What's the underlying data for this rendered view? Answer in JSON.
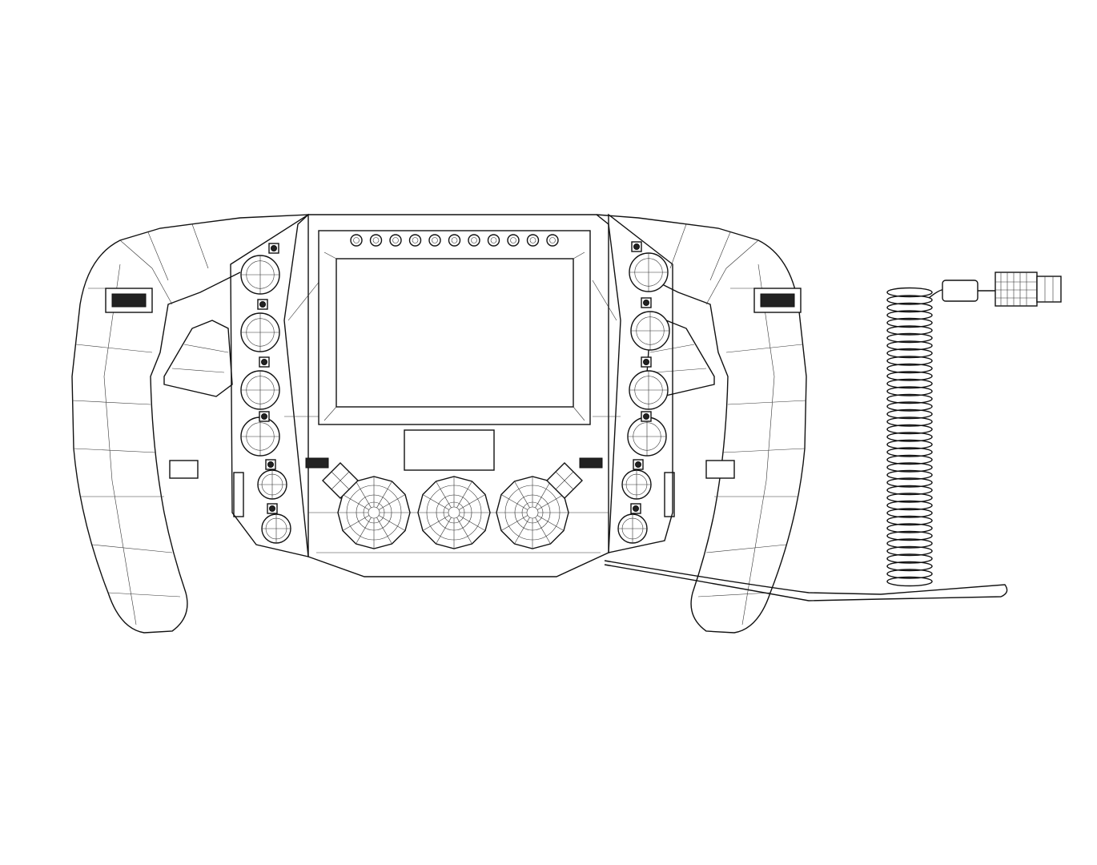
{
  "colors": {
    "stroke": "#111111",
    "background": "#ffffff"
  },
  "components": [
    "steering-wheel-body",
    "display-screen",
    "shift-led-row",
    "rotary-knobs",
    "button-columns",
    "paddle-shifters",
    "coiled-cable",
    "connector"
  ]
}
